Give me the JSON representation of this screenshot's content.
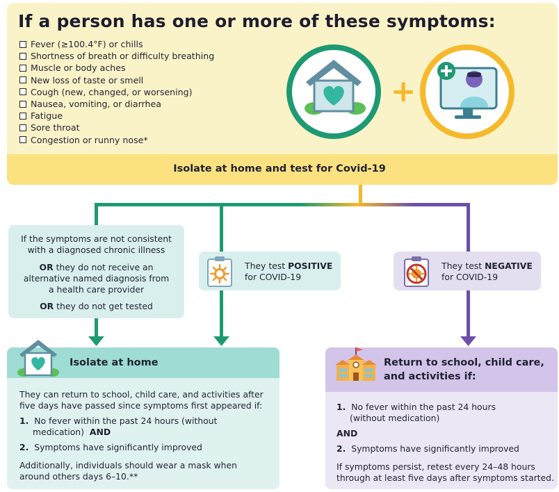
{
  "title": "If a person has one or more of these symptoms:",
  "symptoms": [
    "Fever (≥100.4°F) or chills",
    "Shortness of breath or difficulty breathing",
    "Muscle or body aches",
    "New loss of taste or smell",
    "Cough (new, changed, or worsening)",
    "Nausea, vomiting, or diarrhea",
    "Fatigue",
    "Sore throat",
    "Congestion or runny nose*"
  ],
  "plus_symbol": "+",
  "isolate_and_test": "Isolate at home and test for Covid-19",
  "branch_consistent": {
    "line1": "If the symptoms are not consistent",
    "line2": "with a diagnosed chronic illness",
    "or1": "OR",
    "line3_rest": " they do not receive an",
    "line4": "alternative named diagnosis from",
    "line5": "a health care provider",
    "or2": "OR",
    "line6_rest": " they do not get tested"
  },
  "branch_positive": {
    "prefix": "They test ",
    "result": "POSITIVE",
    "suffix": "for COVID-19"
  },
  "branch_negative": {
    "prefix": "They test ",
    "result": "NEGATIVE",
    "suffix": "for COVID-19"
  },
  "isolate_box": {
    "heading": "Isolate at home",
    "intro1": "They can return to school, child care, and activities after",
    "intro2": "five days have passed since symptoms first appeared if:",
    "num1": "1.",
    "item1a": "No fever within the past 24 hours (without",
    "item1b": "medication)",
    "and": "AND",
    "num2": "2.",
    "item2": "Symptoms have significantly improved",
    "note1": "Additionally, individuals should wear a mask when",
    "note2": "around others days 6–10.**"
  },
  "return_box": {
    "heading1": "Return to school, child care,",
    "heading2": "and activities if:",
    "num1": "1.",
    "item1a": "No fever within the past 24 hours",
    "item1b": "(without medication)",
    "and": "AND",
    "num2": "2.",
    "item2": "Symptoms have significantly improved",
    "note1": "If symptoms persist, retest every 24–48 hours",
    "note2": "through at least five days after symptoms started."
  },
  "colors": {
    "panel_yellow": "#fbf3c8",
    "band_yellow": "#fbe17f",
    "teal": "#1e9a73",
    "purple": "#6b4fa8",
    "gold": "#f6b92b",
    "teal_light": "#d9efed",
    "lavender": "#e3def0"
  },
  "icons": [
    "house-heart-icon",
    "telehealth-doctor-icon",
    "virus-clipboard-icon",
    "no-virus-clipboard-icon",
    "school-building-icon"
  ]
}
